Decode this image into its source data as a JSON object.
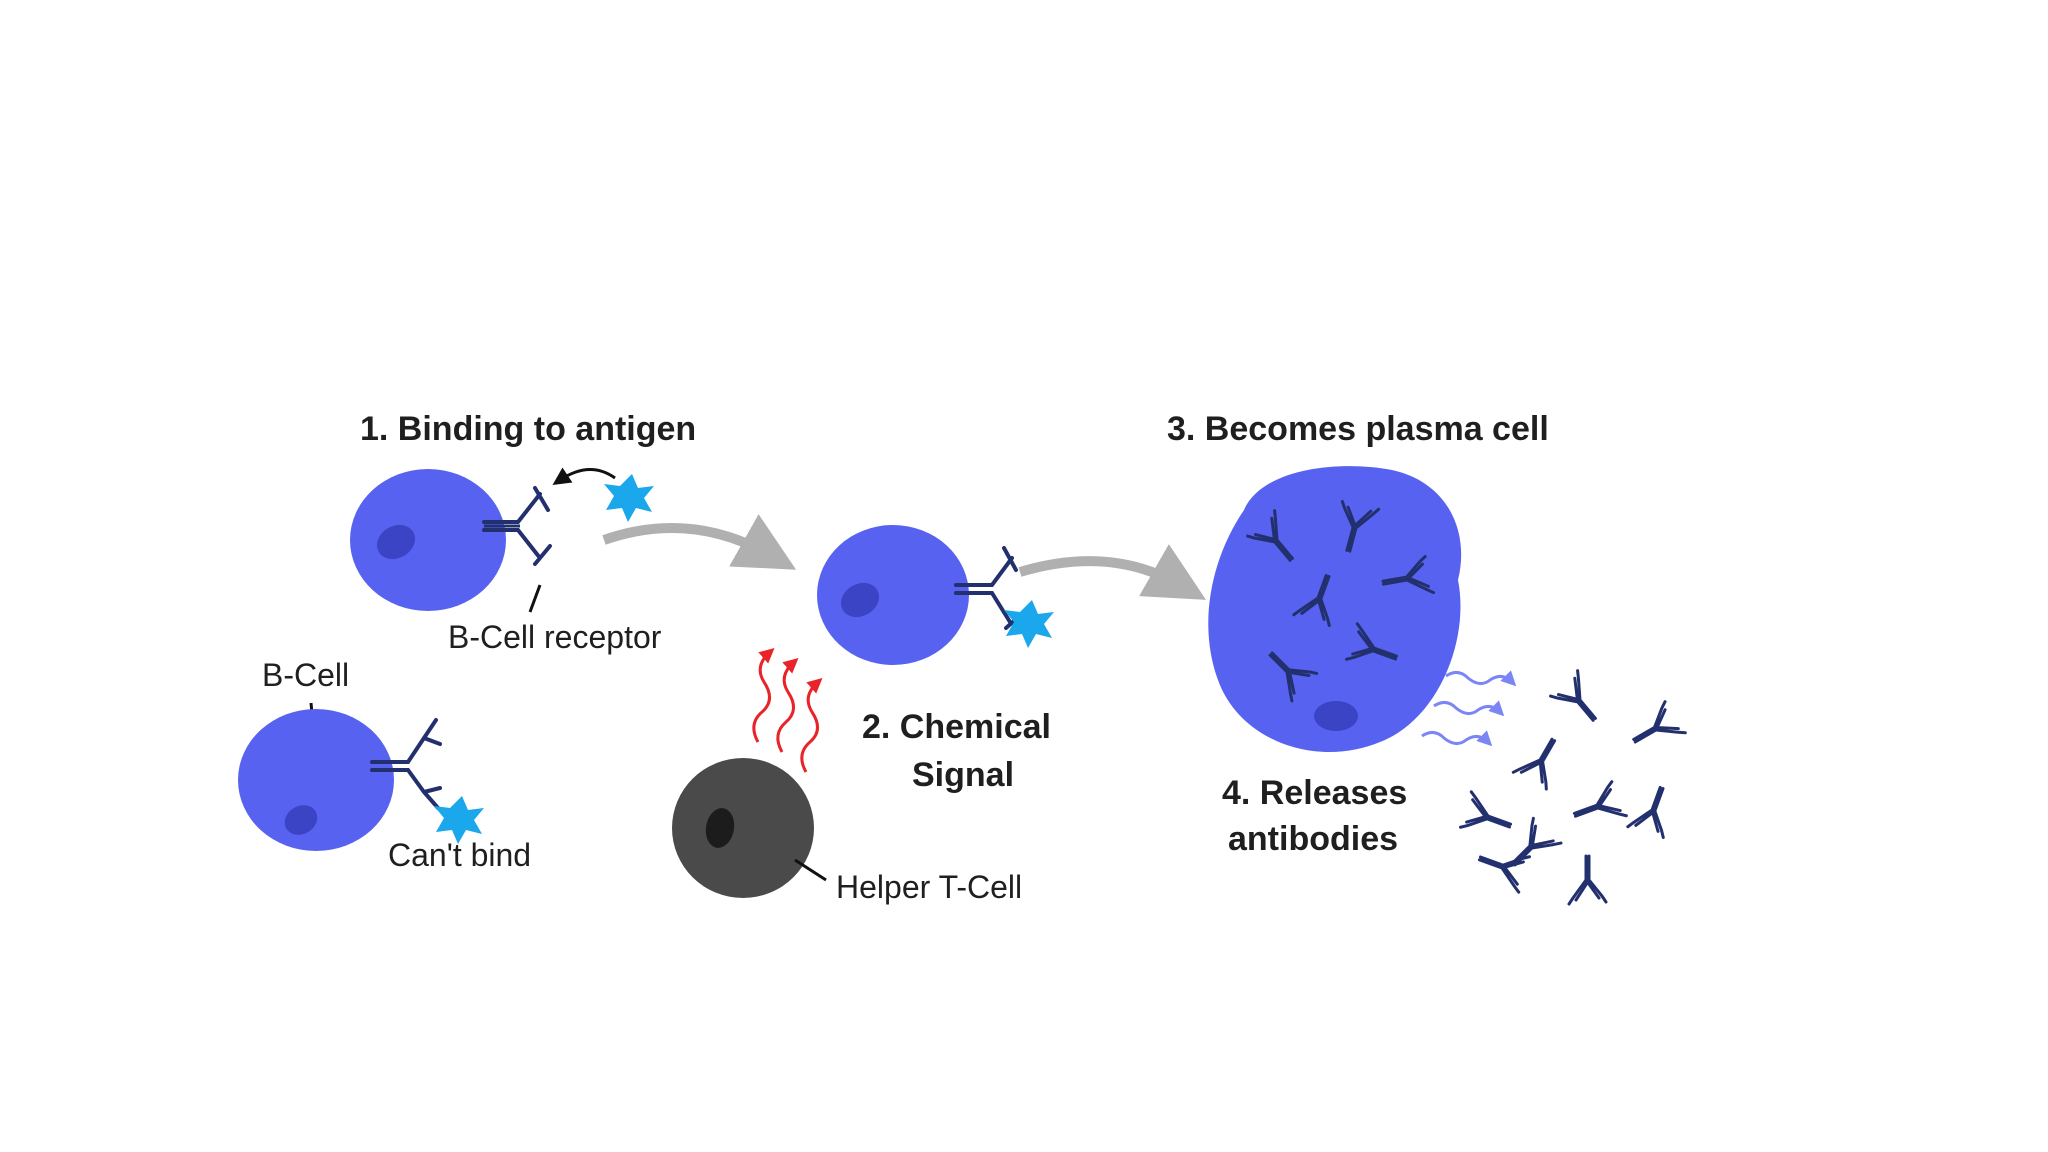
{
  "steps": {
    "step1": "1. Binding to antigen",
    "step2_line1": "2. Chemical",
    "step2_line2": "Signal",
    "step3": "3. Becomes plasma cell",
    "step4_line1": "4. Releases",
    "step4_line2": "antibodies"
  },
  "labels": {
    "bcell_receptor": "B-Cell receptor",
    "bcell": "B-Cell",
    "cant_bind": "Can't bind",
    "helper_tcell": "Helper T-Cell"
  },
  "colors": {
    "b_cell": "#5763f0",
    "nucleus": "#3a44c4",
    "antibody": "#23306e",
    "antigen": "#1aa7ec",
    "t_cell": "#4a4a4a",
    "chemical_signal": "#e8242a",
    "process_arrow": "#b0b0b0",
    "release_wave": "#7b86f4"
  },
  "icons": {
    "antigen": "star-icon",
    "antibody": "y-shaped-antibody-icon"
  }
}
